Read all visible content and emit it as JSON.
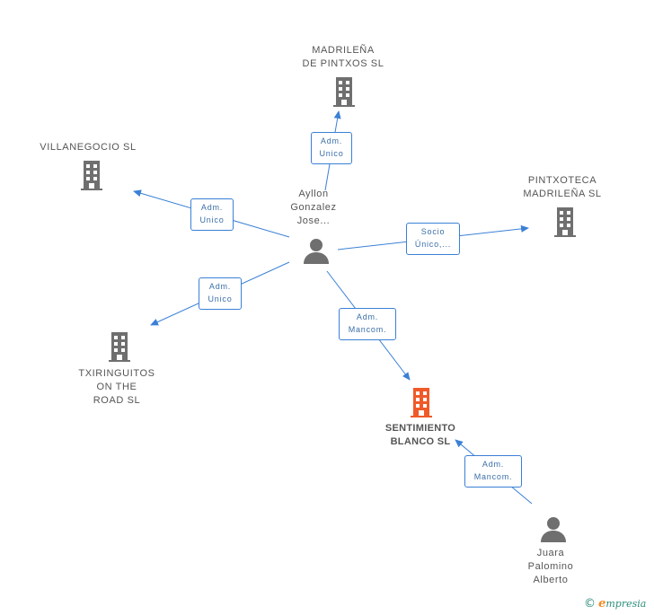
{
  "nodes": {
    "madrilena": {
      "lines": [
        "MADRILEÑA",
        "DE PINTXOS  SL"
      ],
      "kind": "company"
    },
    "villanegocio": {
      "lines": [
        "VILLANEGOCIO SL"
      ],
      "kind": "company"
    },
    "ayllon": {
      "lines": [
        "Ayllon",
        "Gonzalez",
        "Jose..."
      ],
      "kind": "person"
    },
    "pintxoteca": {
      "lines": [
        "PINTXOTECA",
        "MADRILEÑA SL"
      ],
      "kind": "company"
    },
    "txiringuitos": {
      "lines": [
        "TXIRINGUITOS",
        "ON THE",
        "ROAD  SL"
      ],
      "kind": "company"
    },
    "sentimiento": {
      "lines": [
        "SENTIMIENTO",
        "BLANCO SL"
      ],
      "kind": "company-highlighted"
    },
    "juara": {
      "lines": [
        "Juara",
        "Palomino",
        "Alberto"
      ],
      "kind": "person"
    }
  },
  "edges": {
    "to_madrilena": {
      "lines": [
        "Adm.",
        "Unico"
      ]
    },
    "to_villanegocio": {
      "lines": [
        "Adm.",
        "Unico"
      ]
    },
    "to_pintxoteca": {
      "lines": [
        "Socio",
        "Único,..."
      ]
    },
    "to_txiringuitos": {
      "lines": [
        "Adm.",
        "Unico"
      ]
    },
    "to_sentimiento": {
      "lines": [
        "Adm.",
        "Mancom."
      ]
    },
    "juara_to_sentimiento": {
      "lines": [
        "Adm.",
        "Mancom."
      ]
    }
  },
  "colors": {
    "edge": "#3a80d6",
    "company_icon": "#6f6f6f",
    "highlight_icon": "#f05a28",
    "person_icon": "#6f6f6f"
  },
  "footer": {
    "copyright": "©",
    "brand_initial": "e",
    "brand_rest": "mpresia"
  }
}
